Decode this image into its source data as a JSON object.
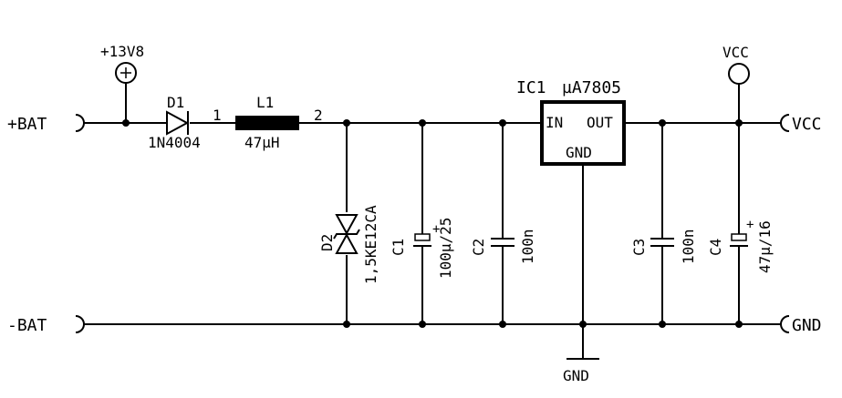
{
  "ports": {
    "left_top": "+BAT",
    "left_bottom": "-BAT",
    "right_top": "VCC",
    "right_bottom": "GND"
  },
  "supplies": {
    "plus13v8": "+13V8",
    "vcc": "VCC",
    "gnd": "GND"
  },
  "d1": {
    "ref": "D1",
    "value": "1N4004"
  },
  "l1": {
    "ref": "L1",
    "value": "47µH",
    "pin1": "1",
    "pin2": "2"
  },
  "d2": {
    "ref": "D2",
    "value": "1,5KE12CA"
  },
  "c1": {
    "ref": "C1",
    "value": "100µ/25",
    "polarity": "+"
  },
  "c2": {
    "ref": "C2",
    "value": "100n"
  },
  "ic1": {
    "ref": "IC1",
    "value": "µA7805",
    "pin_in": "IN",
    "pin_out": "OUT",
    "pin_gnd": "GND"
  },
  "c3": {
    "ref": "C3",
    "value": "100n"
  },
  "c4": {
    "ref": "C4",
    "value": "47µ/16",
    "polarity": "+"
  }
}
